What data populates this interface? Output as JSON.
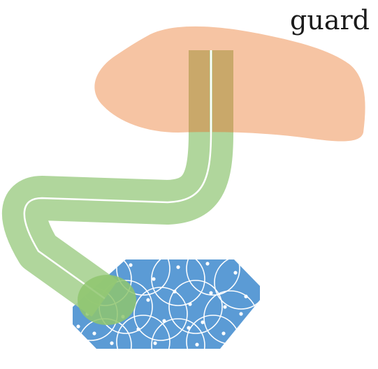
{
  "labels": {
    "guard": "guard"
  },
  "colors": {
    "cap": "#f6c4a3",
    "tube": "#a7d191",
    "tube_overlap": "#c9a86a",
    "base": "#5b9bd5",
    "base_pattern": "#ffffff"
  },
  "icons": {
    "cap": "salmon-blob-shape",
    "tube": "bent-tube-shape",
    "base": "blue-octagon-pattern-shape"
  }
}
